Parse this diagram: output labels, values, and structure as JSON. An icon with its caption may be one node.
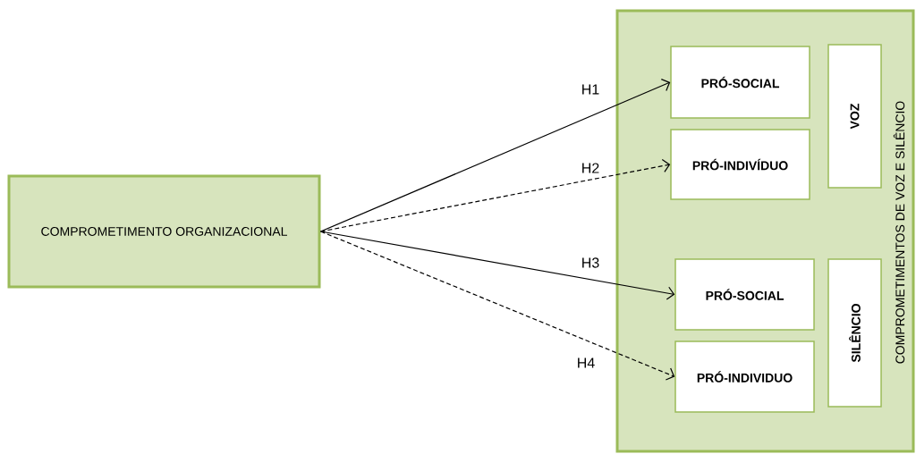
{
  "diagram": {
    "nodes": [
      {
        "text": [
          "COMPROMETIMENTO ORGANIZACIONAL"
        ]
      },
      {
        "text": [
          "COMPROMETIMENTOS DE VOZ E SILÊNCIO"
        ]
      },
      {
        "text": [
          "PRÓ-SOCIAL"
        ],
        "in": 1
      },
      {
        "text": [
          "PRÓ-INDIVÍDUO"
        ],
        "in": 1
      },
      {
        "text": [
          "VOZ"
        ],
        "in": 1
      },
      {
        "text": [
          "PRÓ-SOCIAL"
        ],
        "in": 1
      },
      {
        "text": [
          "PRÓ-INDIVIDUO"
        ],
        "in": 1
      },
      {
        "text": [
          "SILÊNCIO"
        ],
        "in": 1
      }
    ],
    "edges": [
      {
        "from": 0,
        "to": 2,
        "arrow": "to",
        "label": "H1"
      },
      {
        "from": 0,
        "to": 3,
        "arrow": "to",
        "label": "H2",
        "style": "dashed"
      },
      {
        "from": 0,
        "to": 5,
        "arrow": "to",
        "label": "H3"
      },
      {
        "from": 0,
        "to": 6,
        "arrow": "to",
        "label": "H4",
        "style": "dashed"
      }
    ]
  }
}
